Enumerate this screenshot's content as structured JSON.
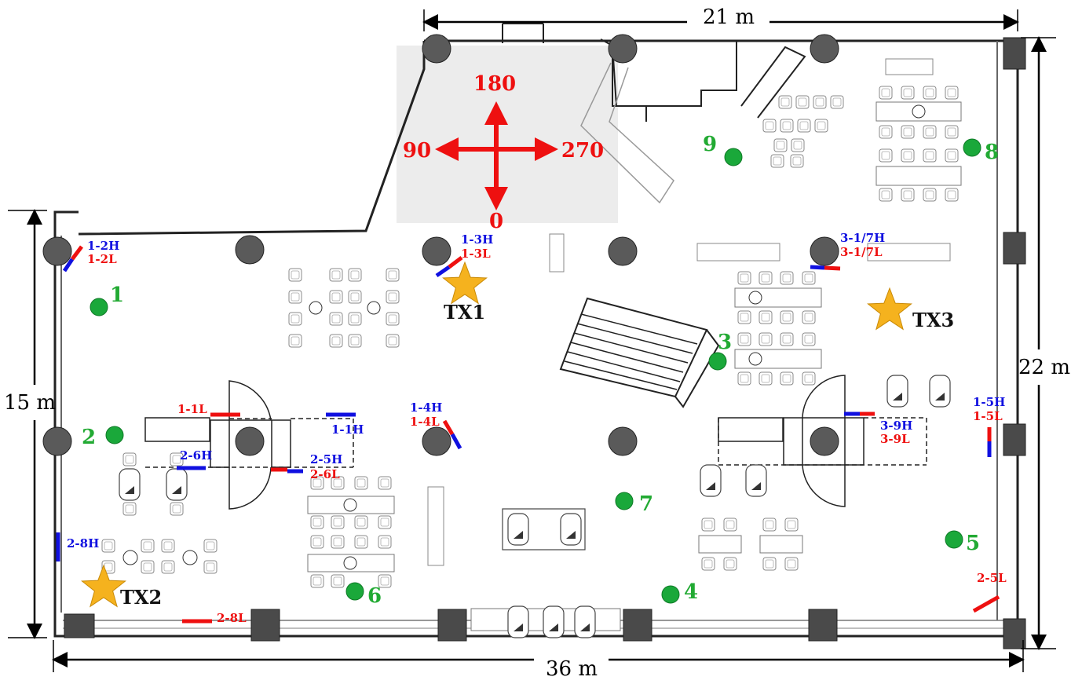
{
  "dimensions": {
    "top": "21 m",
    "left": "15 m",
    "right": "22 m",
    "bottom": "36 m"
  },
  "compass": {
    "north": "180",
    "south": "0",
    "west": "90",
    "east": "270",
    "color": "#ee1010"
  },
  "transmitters": [
    {
      "label": "TX1"
    },
    {
      "label": "TX2"
    },
    {
      "label": "TX3"
    }
  ],
  "receivers": [
    "1",
    "2",
    "3",
    "4",
    "5",
    "6",
    "7",
    "8",
    "9"
  ],
  "antenna_labels": {
    "a12H": "1-2H",
    "a12L": "1-2L",
    "a13H": "1-3H",
    "a13L": "1-3L",
    "a317H": "3-1/7H",
    "a317L": "3-1/7L",
    "a11L": "1-1L",
    "a11H": "1-1H",
    "a14H": "1-4H",
    "a14L": "1-4L",
    "a26H": "2-6H",
    "a25H": "2-5H",
    "a26L": "2-6L",
    "a39H": "3-9H",
    "a39L": "3-9L",
    "a15H": "1-5H",
    "a15L": "1-5L",
    "a28H": "2-8H",
    "a28L": "2-8L",
    "a25L": "2-5L"
  },
  "colors": {
    "high_band": "#1010e0",
    "low_band": "#ee1010",
    "receiver": "#1aa83a",
    "transmitter": "#f5b21e",
    "pillar": "#555555"
  }
}
